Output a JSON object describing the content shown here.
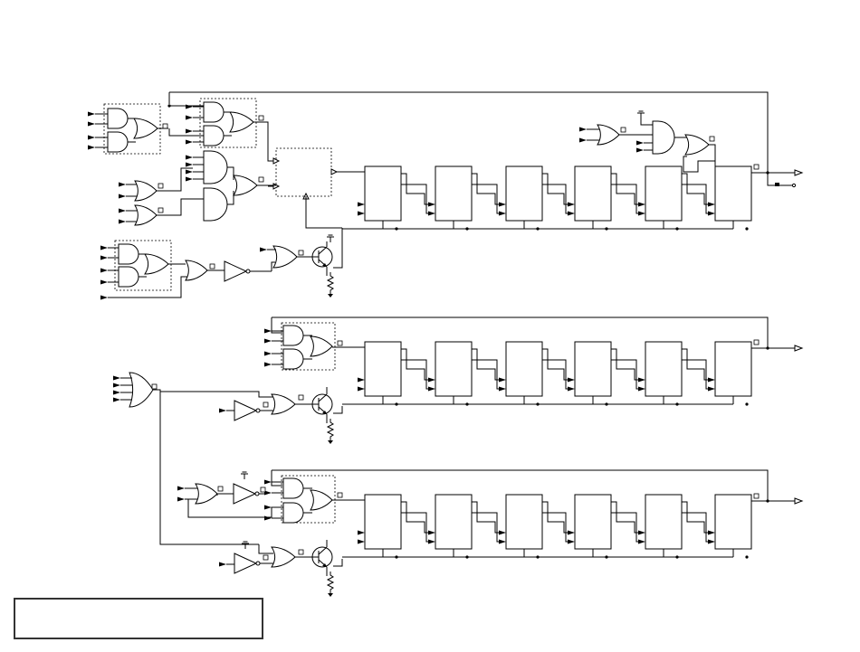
{
  "diagram": {
    "kind": "logic-schematic",
    "stroke_color": "#000000",
    "background_color": "#ffffff",
    "sections": [
      "top",
      "middle",
      "bottom"
    ],
    "shift_register_stages_per_chain": 6,
    "title_block": {
      "text": ""
    }
  }
}
